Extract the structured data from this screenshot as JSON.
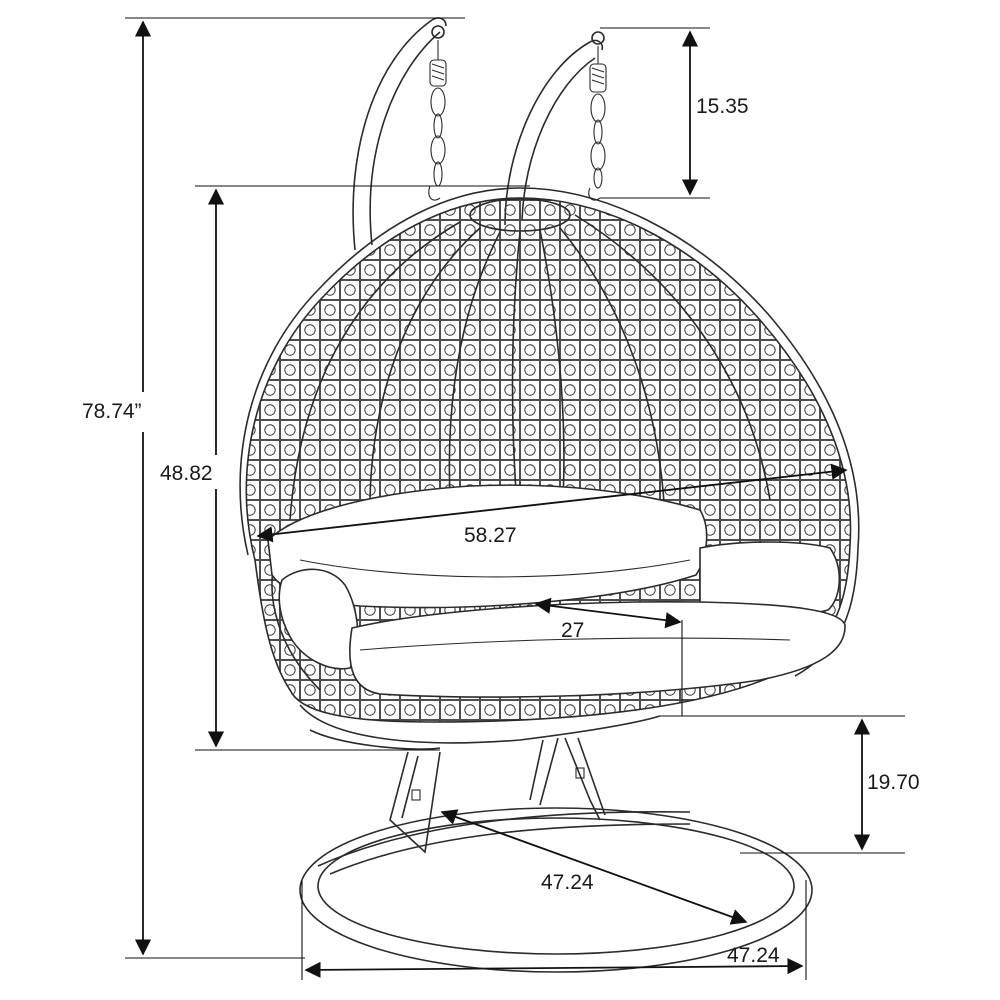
{
  "dimensions": {
    "overall_height": "78.74”",
    "hanger_drop": "15.35",
    "basket_height": "48.82",
    "basket_width": "58.27",
    "seat_depth": "27",
    "seat_height": "19.70",
    "base_depth": "47.24",
    "base_width": "47.24"
  },
  "colors": {
    "line": "#2b2b2b",
    "background": "#ffffff"
  }
}
